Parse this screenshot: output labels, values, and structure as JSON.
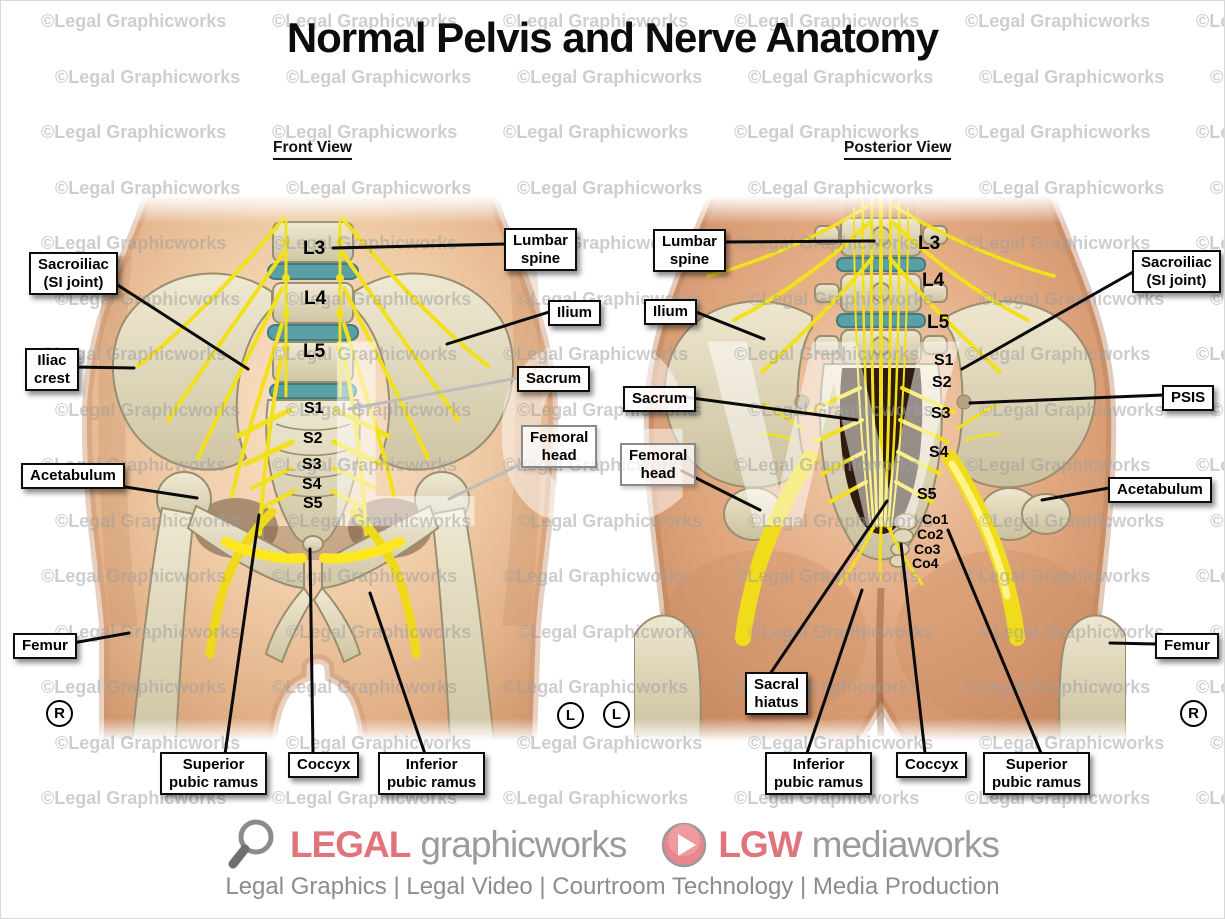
{
  "title": "Normal Pelvis and Nerve Anatomy",
  "watermark_text": "©Legal Graphicworks",
  "center_watermark": "LGW",
  "front_view": {
    "heading": "Front View",
    "labels": {
      "sacroiliac": "Sacroiliac\n(SI joint)",
      "iliac_crest": "Iliac\ncrest",
      "acetabulum": "Acetabulum",
      "femur": "Femur",
      "superior_pubic_ramus": "Superior\npubic ramus",
      "coccyx": "Coccyx",
      "inferior_pubic_ramus": "Inferior\npubic ramus",
      "lumbar_spine": "Lumbar\nspine",
      "ilium": "Ilium",
      "sacrum": "Sacrum",
      "femoral_head": "Femoral\nhead"
    },
    "vertebrae": [
      "L3",
      "L4",
      "L5",
      "S1",
      "S2",
      "S3",
      "S4",
      "S5"
    ],
    "marker_left": "R",
    "marker_right": "L"
  },
  "posterior_view": {
    "heading": "Posterior View",
    "labels": {
      "lumbar_spine": "Lumbar\nspine",
      "ilium": "Ilium",
      "sacrum": "Sacrum",
      "femoral_head": "Femoral\nhead",
      "sacral_hiatus": "Sacral\nhiatus",
      "inferior_pubic_ramus": "Inferior\npubic ramus",
      "coccyx": "Coccyx",
      "superior_pubic_ramus": "Superior\npubic ramus",
      "sacroiliac": "Sacroiliac\n(SI joint)",
      "psis": "PSIS",
      "acetabulum": "Acetabulum",
      "femur": "Femur"
    },
    "vertebrae": [
      "L3",
      "L4",
      "L5",
      "S1",
      "S2",
      "S3",
      "S4",
      "S5",
      "Co1",
      "Co2",
      "Co3",
      "Co4"
    ],
    "marker_left": "L",
    "marker_right": "R"
  },
  "footer": {
    "brand1_strong": "LEGAL",
    "brand1_rest": "graphicworks",
    "brand2_strong": "LGW",
    "brand2_rest": "mediaworks",
    "tagline": "Legal Graphics | Legal Video | Courtroom Technology | Media Production"
  },
  "colors": {
    "brand_pink": "#e1737c",
    "watermark_gray": "#9e9e9e",
    "nerve_yellow": "#f2e01b",
    "disc_teal": "#5a9fa5",
    "bone": "#e2dabe",
    "skin": "#eec49e"
  }
}
